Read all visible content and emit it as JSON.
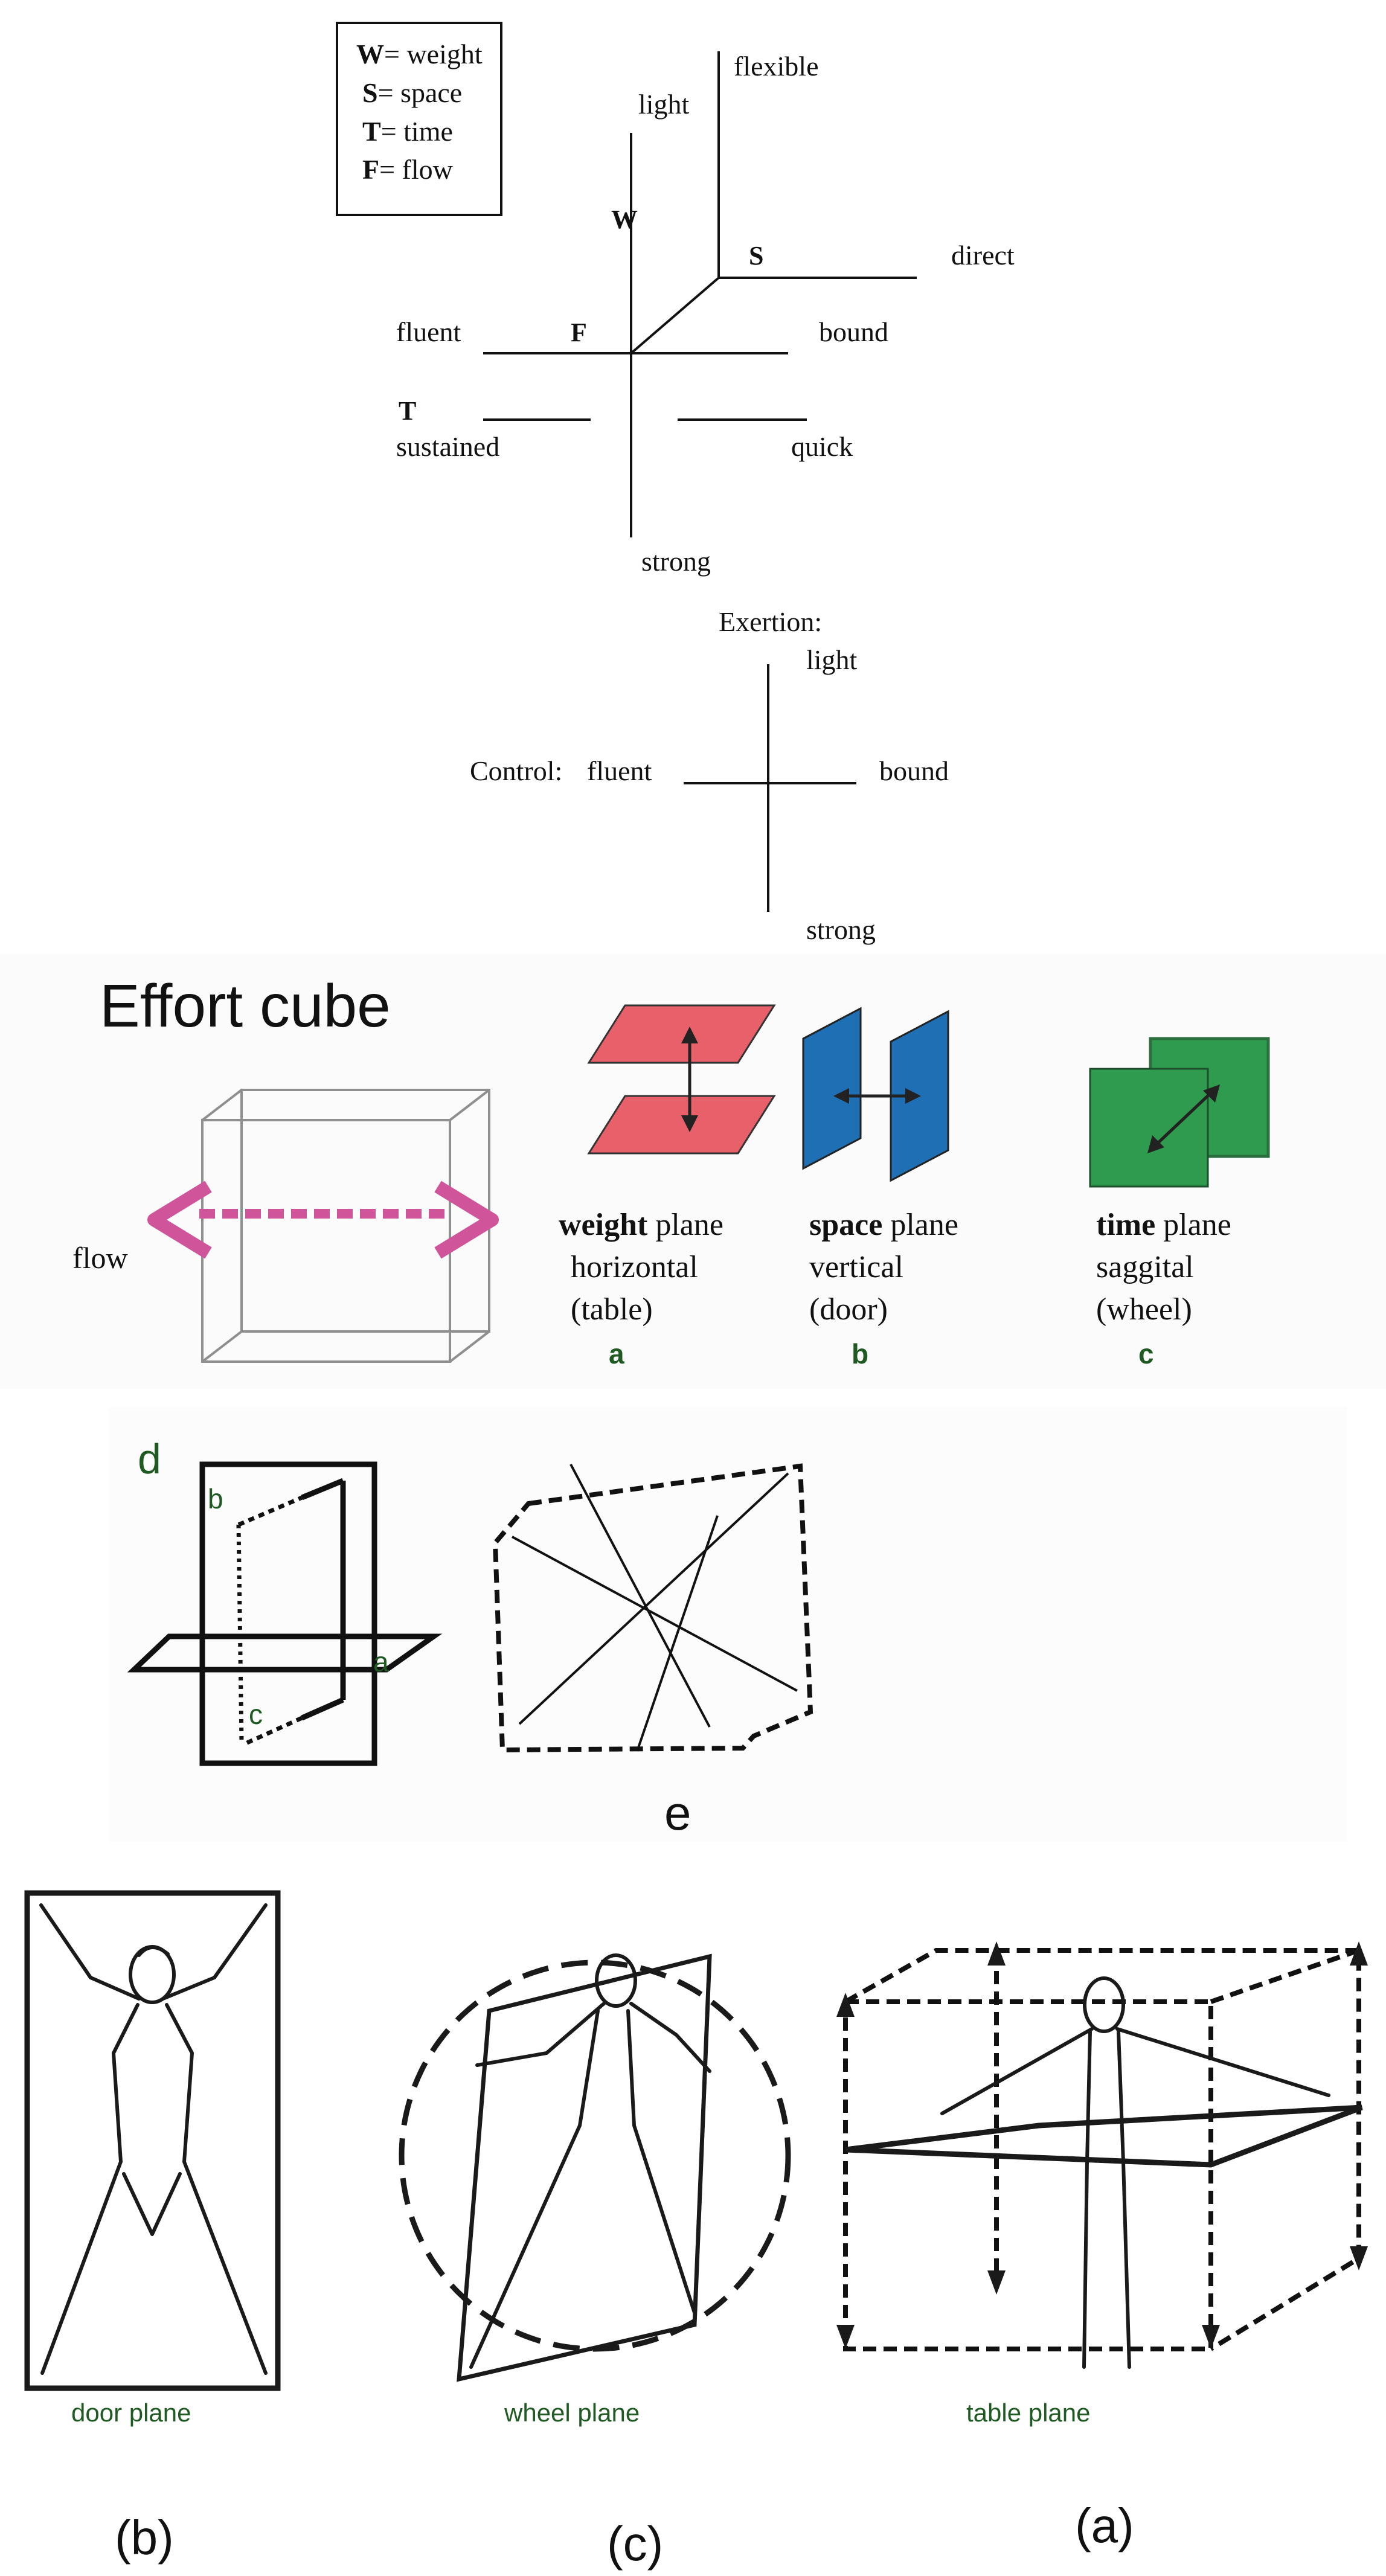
{
  "legend": {
    "lines": [
      {
        "letter": "W",
        "text": "= weight"
      },
      {
        "letter": "S",
        "text": "= space"
      },
      {
        "letter": "T",
        "text": "= time"
      },
      {
        "letter": "F",
        "text": "= flow"
      }
    ]
  },
  "effort_axes": {
    "light": "light",
    "flexible": "flexible",
    "w": "W",
    "s": "S",
    "direct": "direct",
    "fluent": "fluent",
    "f": "F",
    "bound": "bound",
    "t": "T",
    "sustained": "sustained",
    "quick": "quick",
    "strong": "strong"
  },
  "exertion_diagram": {
    "exertion": "Exertion:",
    "light": "light",
    "control": "Control:",
    "fluent": "fluent",
    "bound": "bound",
    "strong": "strong"
  },
  "effort_cube": {
    "title": "Effort cube",
    "flow_label": "flow",
    "colors": {
      "weight": "#e8606a",
      "space": "#1f6fb5",
      "time": "#2e9b4e",
      "flow_arrow": "#d0549a"
    }
  },
  "planes": [
    {
      "bold": "weight",
      "rest": " plane",
      "sub1": "horizontal",
      "sub2": "(table)",
      "letter": "a"
    },
    {
      "bold": "space",
      "rest": " plane",
      "sub1": "vertical",
      "sub2": "(door)",
      "letter": "b"
    },
    {
      "bold": "time",
      "rest": " plane",
      "sub1": "saggital",
      "sub2": "(wheel)",
      "letter": "c"
    }
  ],
  "intersecting_planes": {
    "d": "d",
    "b": "b",
    "a": "a",
    "c": "c",
    "e": "e"
  },
  "body_planes": [
    {
      "caption": "door plane",
      "letter": "(b)"
    },
    {
      "caption": "wheel plane",
      "letter": "(c)"
    },
    {
      "caption": "table plane",
      "letter": "(a)"
    }
  ]
}
